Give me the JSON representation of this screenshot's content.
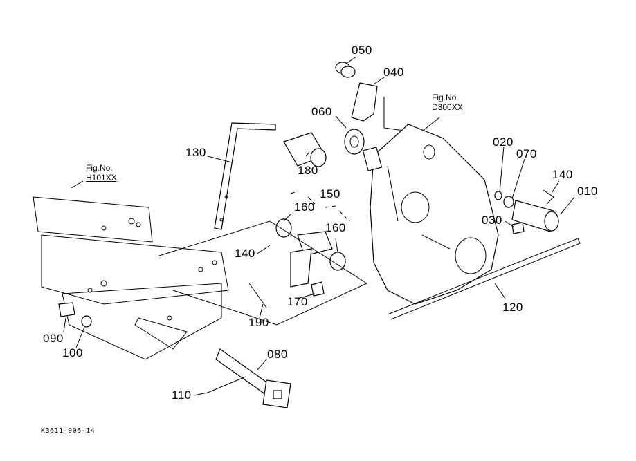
{
  "diagram": {
    "title": "Exploded parts diagram",
    "reference_code": "K3611-006-14",
    "figure_refs": [
      {
        "label": "Fig.No.",
        "code": "D300XX"
      },
      {
        "label": "Fig.No.",
        "code": "H101XX"
      }
    ],
    "part_labels": {
      "p010": "010",
      "p020": "020",
      "p030": "030",
      "p040": "040",
      "p050": "050",
      "p060": "060",
      "p070": "070",
      "p080": "080",
      "p090": "090",
      "p100": "100",
      "p110": "110",
      "p120": "120",
      "p130": "130",
      "p140a": "140",
      "p140b": "140",
      "p150": "150",
      "p160a": "160",
      "p160b": "160",
      "p170": "170",
      "p180": "180",
      "p190": "190"
    }
  }
}
